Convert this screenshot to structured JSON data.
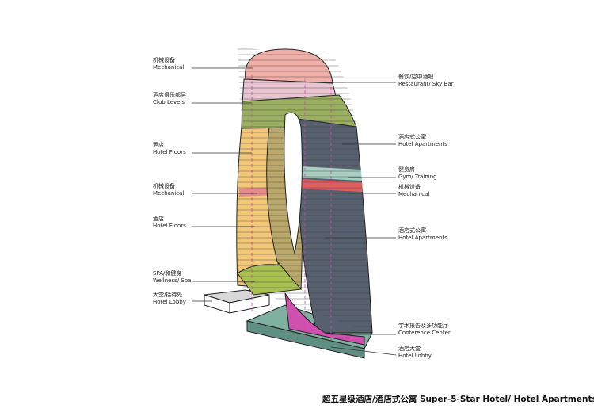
{
  "title": "超五星级酒店/酒店式公寓 Super-5-Star Hotel/ Hotel Apartments",
  "left_labels": [
    {
      "cn": "机械设备",
      "en": "Mechanical"
    },
    {
      "cn": "酒店俱乐部层",
      "en": "Club Levels"
    },
    {
      "cn": "酒店",
      "en": "Hotel Floors"
    },
    {
      "cn": "机械设备",
      "en": "Mechanical"
    },
    {
      "cn": "酒店",
      "en": "Hotel Floors"
    },
    {
      "cn": "SPA/和健身",
      "en": "Wellness/ Spa"
    },
    {
      "cn": "大堂/接待处",
      "en": "Hotel Lobby"
    }
  ],
  "right_labels": [
    {
      "cn": "餐饮/空中酒吧",
      "en": "Restaurant/ Sky Bar"
    },
    {
      "cn": "酒店式公寓",
      "en": "Hotel Apartments"
    },
    {
      "cn": "健身房",
      "en": "Gym/ Training"
    },
    {
      "cn": "机械设备",
      "en": "Mechanical"
    },
    {
      "cn": "酒店式公寓",
      "en": "Hotel Apartments"
    },
    {
      "cn": "学术报告及多功能厅",
      "en": "Conference Center"
    },
    {
      "cn": "酒店大堂",
      "en": "Hotel Lobby"
    }
  ],
  "colors": {
    "mechanical": "#e88a8a",
    "club": "#e8c4d0",
    "restaurant": "#9ab060",
    "hotel": "#f2c878",
    "apartments": "#56606e",
    "gym": "#a8cfc0",
    "spa": "#a8c050",
    "conference": "#d050b0",
    "base": "#6fa090"
  }
}
